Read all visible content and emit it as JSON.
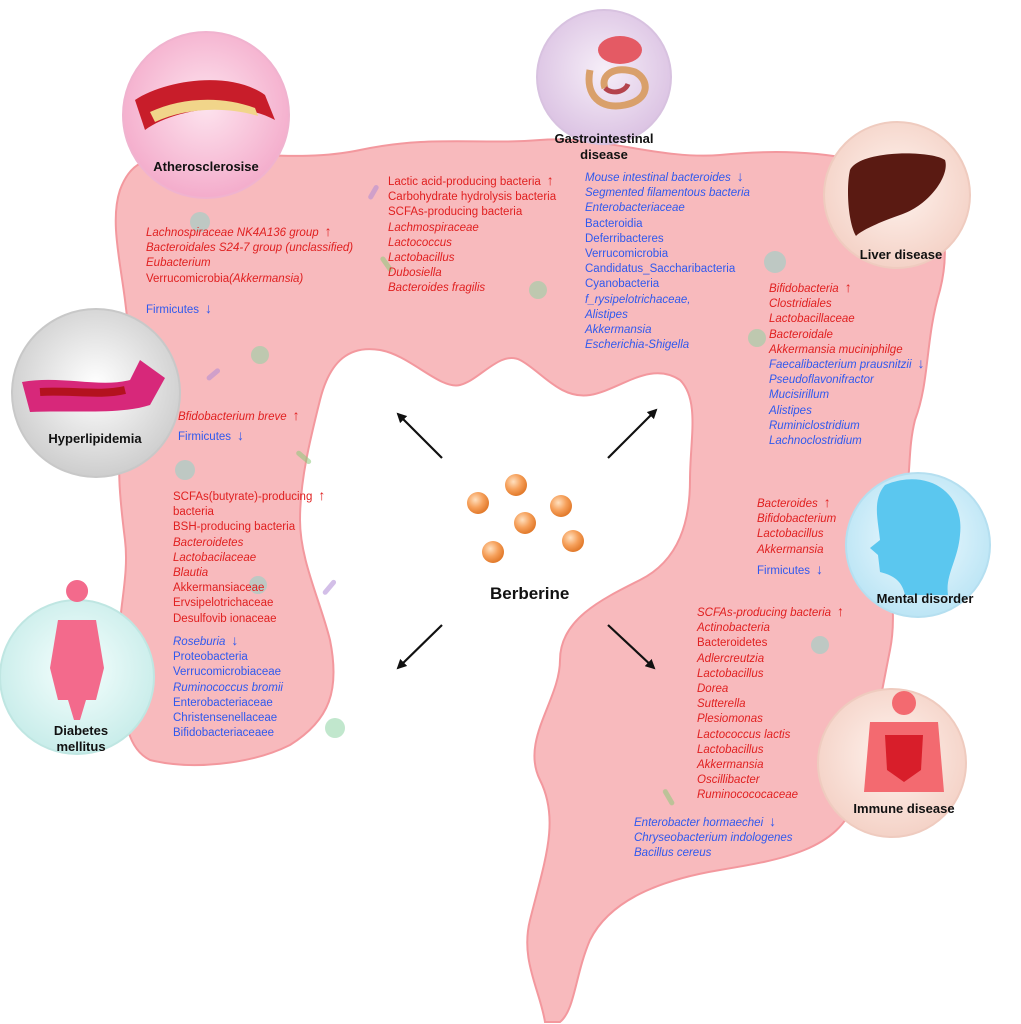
{
  "center": {
    "label": "Berberine"
  },
  "diseases": {
    "atherosclerosis": "Atherosclerosise",
    "gastrointestinal": [
      "Gastrointestinal",
      "disease"
    ],
    "liver": "Liver disease",
    "hyperlipidemia": "Hyperlipidemia",
    "mental": "Mental disorder",
    "diabetes": [
      "Diabetes",
      "mellitus"
    ],
    "immune": "Immune disease"
  },
  "colors": {
    "increase": "#e02020",
    "decrease": "#2f59ee",
    "intestine": "#f7b7bb"
  },
  "groups": {
    "athero_up": {
      "direction": "increase",
      "items": [
        {
          "parts": [
            {
              "text": "Lachnospiraceae NK4A136 group",
              "italic": true
            }
          ]
        },
        {
          "parts": [
            {
              "text": "Bacteroidales S24-7 group (unclassified)",
              "italic": true
            }
          ]
        },
        {
          "parts": [
            {
              "text": "Eubacterium",
              "italic": true
            }
          ]
        },
        {
          "parts": [
            {
              "text": "Verrucomicrobia",
              "italic": false
            },
            {
              "text": "(Akkermansia)",
              "italic": true
            }
          ]
        }
      ]
    },
    "athero_down": {
      "direction": "decrease",
      "items": [
        {
          "parts": [
            {
              "text": "Firmicutes",
              "italic": false
            }
          ]
        }
      ]
    },
    "gi_up": {
      "direction": "increase",
      "items": [
        {
          "parts": [
            {
              "text": "Lactic acid-producing bacteria",
              "italic": false
            }
          ]
        },
        {
          "parts": [
            {
              "text": "Carbohydrate hydrolysis bacteria",
              "italic": false
            }
          ]
        },
        {
          "parts": [
            {
              "text": "SCFAs-producing bacteria",
              "italic": false
            }
          ]
        },
        {
          "parts": [
            {
              "text": "Lachmospiraceae",
              "italic": true
            }
          ]
        },
        {
          "parts": [
            {
              "text": "Lactococcus",
              "italic": true
            }
          ]
        },
        {
          "parts": [
            {
              "text": "Lactobacillus",
              "italic": true
            }
          ]
        },
        {
          "parts": [
            {
              "text": "Dubosiella",
              "italic": true
            }
          ]
        },
        {
          "parts": [
            {
              "text": "Bacteroides fragilis",
              "italic": true
            }
          ]
        }
      ]
    },
    "gi_down": {
      "direction": "decrease",
      "items": [
        {
          "parts": [
            {
              "text": "Mouse intestinal bacteroides",
              "italic": true
            }
          ]
        },
        {
          "parts": [
            {
              "text": "Segmented filamentous bacteria",
              "italic": true
            }
          ]
        },
        {
          "parts": [
            {
              "text": "Enterobacteriaceae",
              "italic": true
            }
          ]
        },
        {
          "parts": [
            {
              "text": "Bacteroidia",
              "italic": false
            }
          ]
        },
        {
          "parts": [
            {
              "text": "Deferribacteres",
              "italic": false
            }
          ]
        },
        {
          "parts": [
            {
              "text": "Verrucomicrobia",
              "italic": false
            }
          ]
        },
        {
          "parts": [
            {
              "text": "Candidatus_Saccharibacteria",
              "italic": false
            }
          ]
        },
        {
          "parts": [
            {
              "text": "Cyanobacteria",
              "italic": false
            }
          ]
        },
        {
          "parts": [
            {
              "text": "f_rysipelotrichaceae,",
              "italic": true
            }
          ]
        },
        {
          "parts": [
            {
              "text": "Alistipes",
              "italic": true
            }
          ]
        },
        {
          "parts": [
            {
              "text": "Akkermansia",
              "italic": true
            }
          ]
        },
        {
          "parts": [
            {
              "text": "Escherichia-Shigella",
              "italic": true
            }
          ]
        }
      ]
    },
    "liver_up": {
      "direction": "increase",
      "items": [
        {
          "parts": [
            {
              "text": "Bifidobacteria",
              "italic": true
            }
          ]
        },
        {
          "parts": [
            {
              "text": "Clostridiales",
              "italic": true
            }
          ]
        },
        {
          "parts": [
            {
              "text": "Lactobacillaceae",
              "italic": true
            }
          ]
        },
        {
          "parts": [
            {
              "text": "Bacteroidale",
              "italic": true
            }
          ]
        },
        {
          "parts": [
            {
              "text": "Akkermansia muciniphilge",
              "italic": true
            }
          ]
        }
      ]
    },
    "liver_down": {
      "direction": "decrease",
      "items": [
        {
          "parts": [
            {
              "text": "Faecalibacterium prausnitzii",
              "italic": true
            }
          ]
        },
        {
          "parts": [
            {
              "text": "Pseudoflavonifractor",
              "italic": true
            }
          ]
        },
        {
          "parts": [
            {
              "text": "Mucisirillum",
              "italic": true
            }
          ]
        },
        {
          "parts": [
            {
              "text": "Alistipes",
              "italic": true
            }
          ]
        },
        {
          "parts": [
            {
              "text": "Ruminiclostridium",
              "italic": true
            }
          ]
        },
        {
          "parts": [
            {
              "text": "Lachnoclostridium",
              "italic": true
            }
          ]
        }
      ]
    },
    "hyper_up": {
      "direction": "increase",
      "items": [
        {
          "parts": [
            {
              "text": "Bfidobacterium breve",
              "italic": true
            }
          ]
        }
      ]
    },
    "hyper_down": {
      "direction": "decrease",
      "items": [
        {
          "parts": [
            {
              "text": "Firmicutes",
              "italic": false
            }
          ]
        }
      ]
    },
    "mental_up": {
      "direction": "increase",
      "items": [
        {
          "parts": [
            {
              "text": "Bacteroides",
              "italic": true
            }
          ]
        },
        {
          "parts": [
            {
              "text": "Bifidobacterium",
              "italic": true
            }
          ]
        },
        {
          "parts": [
            {
              "text": "Lactobacillus",
              "italic": true
            }
          ]
        },
        {
          "parts": [
            {
              "text": "Akkermansia",
              "italic": true
            }
          ]
        }
      ]
    },
    "mental_down": {
      "direction": "decrease",
      "items": [
        {
          "parts": [
            {
              "text": "Firmicutes",
              "italic": false
            }
          ]
        }
      ]
    },
    "diabetes_up": {
      "direction": "increase",
      "items": [
        {
          "parts": [
            {
              "text": "SCFAs(butyrate)-producing",
              "italic": false
            }
          ]
        },
        {
          "parts": [
            {
              "text": "bacteria",
              "italic": false
            }
          ]
        },
        {
          "parts": [
            {
              "text": "BSH-producing bacteria",
              "italic": false
            }
          ]
        },
        {
          "parts": [
            {
              "text": "Bacteroidetes",
              "italic": true
            }
          ]
        },
        {
          "parts": [
            {
              "text": "Lactobacilaceae",
              "italic": true
            }
          ]
        },
        {
          "parts": [
            {
              "text": "Blautia",
              "italic": true
            }
          ]
        },
        {
          "parts": [
            {
              "text": "Akkermansiaceae",
              "italic": false
            }
          ]
        },
        {
          "parts": [
            {
              "text": "Ervsipelotrichaceae",
              "italic": false
            }
          ]
        },
        {
          "parts": [
            {
              "text": "Desulfovib ionaceae",
              "italic": false
            }
          ]
        }
      ]
    },
    "diabetes_down": {
      "direction": "decrease",
      "items": [
        {
          "parts": [
            {
              "text": "Roseburia",
              "italic": true
            }
          ]
        },
        {
          "parts": [
            {
              "text": "Proteobacteria",
              "italic": false
            }
          ]
        },
        {
          "parts": [
            {
              "text": "Verrucomicrobiaceae",
              "italic": false
            }
          ]
        },
        {
          "parts": [
            {
              "text": "Ruminococcus bromii",
              "italic": true
            }
          ]
        },
        {
          "parts": [
            {
              "text": "Enterobacteriaceae",
              "italic": false
            }
          ]
        },
        {
          "parts": [
            {
              "text": "Christensenellaceae",
              "italic": false
            }
          ]
        },
        {
          "parts": [
            {
              "text": "Bifidobacteriaceaee",
              "italic": false
            }
          ]
        }
      ]
    },
    "immune_up": {
      "direction": "increase",
      "items": [
        {
          "parts": [
            {
              "text": "SCFAs-producing bacteria",
              "italic": true
            }
          ]
        },
        {
          "parts": [
            {
              "text": "Actinobacteria",
              "italic": true
            }
          ]
        },
        {
          "parts": [
            {
              "text": "Bacteroidetes",
              "italic": false
            }
          ]
        },
        {
          "parts": [
            {
              "text": "Adlercreutzia",
              "italic": true
            }
          ]
        },
        {
          "parts": [
            {
              "text": "Lactobacillus",
              "italic": true
            }
          ]
        },
        {
          "parts": [
            {
              "text": "Dorea",
              "italic": true
            }
          ]
        },
        {
          "parts": [
            {
              "text": "Sutterella",
              "italic": true
            }
          ]
        },
        {
          "parts": [
            {
              "text": "Plesiomonas",
              "italic": true
            }
          ]
        },
        {
          "parts": [
            {
              "text": "Lactococcus lactis",
              "italic": true
            }
          ]
        },
        {
          "parts": [
            {
              "text": "Lactobacillus",
              "italic": true
            }
          ]
        },
        {
          "parts": [
            {
              "text": "Akkermansia",
              "italic": true
            }
          ]
        },
        {
          "parts": [
            {
              "text": "Oscillibacter",
              "italic": true
            }
          ]
        },
        {
          "parts": [
            {
              "text": "Ruminocococaceae",
              "italic": true
            }
          ]
        }
      ]
    },
    "immune_down": {
      "direction": "decrease",
      "items": [
        {
          "parts": [
            {
              "text": "Enterobacter hormaechei",
              "italic": true
            }
          ]
        },
        {
          "parts": [
            {
              "text": "Chryseobacterium indologenes",
              "italic": true
            }
          ]
        },
        {
          "parts": [
            {
              "text": "Bacillus cereus",
              "italic": true
            }
          ]
        }
      ]
    }
  }
}
